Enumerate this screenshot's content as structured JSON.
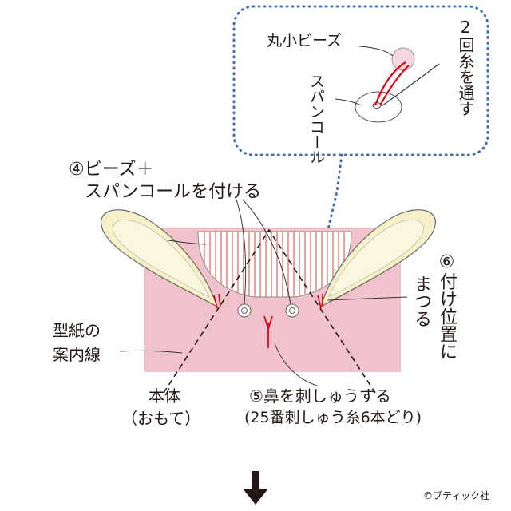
{
  "inset": {
    "bead_label": "丸小ビーズ",
    "sequin_label": "スパンコール",
    "thread_label": "2回糸を通す"
  },
  "step4": {
    "line1": "④ビーズ＋",
    "line2": "スパンコールを付ける"
  },
  "step6": {
    "line1": "⑥付け位置に",
    "line2": "まつる"
  },
  "guideline": {
    "line1": "型紙の",
    "line2": "案内線"
  },
  "body_part": {
    "line1": "本体",
    "line2": "（おもて）"
  },
  "step5": {
    "line1": "⑤鼻を刺しゅうする",
    "line2": "(25番刺しゅう糸6本どり)"
  },
  "credit": "©ブティック社",
  "colors": {
    "body_pink": "#f1c2cc",
    "ear_cream": "#f8f1c8",
    "stripe_red": "#e58a80",
    "thread_red": "#e60012",
    "dotted_blue": "#3f6fb5",
    "ink": "#231815"
  }
}
